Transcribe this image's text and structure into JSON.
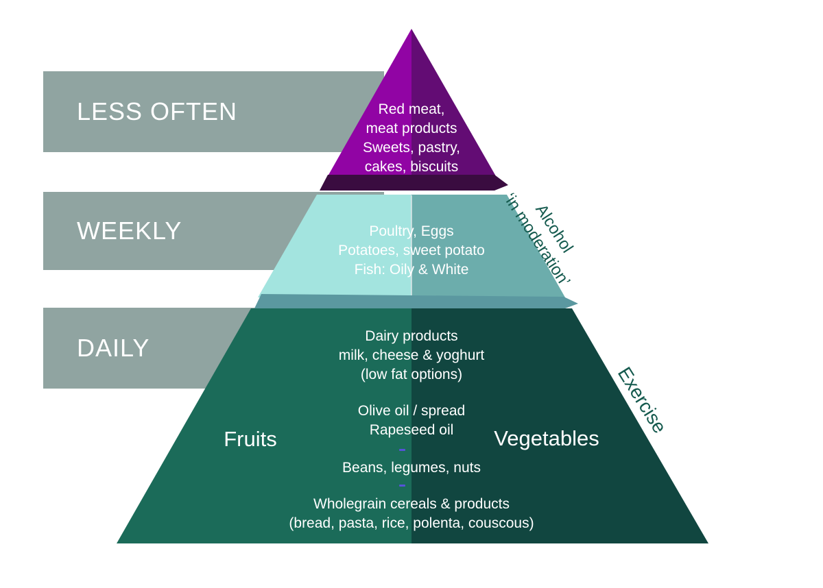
{
  "frequency_bars": [
    {
      "label": "LESS OFTEN"
    },
    {
      "label": "WEEKLY"
    },
    {
      "label": "DAILY"
    }
  ],
  "tiers": {
    "top": {
      "name": "less often foods",
      "lines": [
        "Red meat,",
        "meat products",
        "Sweets, pastry,",
        "cakes, biscuits"
      ]
    },
    "middle": {
      "name": "weekly foods",
      "lines": [
        "Poultry, Eggs",
        "Potatoes, sweet potato",
        "Fish: Oily & White"
      ]
    },
    "bottom": {
      "name": "daily foods",
      "dairy_lines": [
        "Dairy products",
        "milk, cheese & yoghurt",
        "(low fat options)"
      ],
      "oils_lines": [
        "Olive oil / spread",
        "Rapeseed oil"
      ],
      "beans_line": "Beans, legumes, nuts",
      "wholegrain_lines": [
        "Wholegrain cereals & products",
        "(bread, pasta, rice, polenta, couscous)"
      ],
      "left_label": "Fruits",
      "right_label": "Vegetables"
    }
  },
  "side_labels": {
    "alcohol_line1": "Alcohol",
    "alcohol_line2": "‘in moderation’",
    "exercise": "Exercise"
  },
  "colors": {
    "bar_gray": "#90a4a1",
    "purple_left": "#9104a4",
    "purple_right": "#630c74",
    "plum_strip": "#3a0c40",
    "teal_left": "#a3e4df",
    "teal_right": "#6cadac",
    "muted_strip": "#5b98a0",
    "green_left": "#1b6b59",
    "green_right": "#114640",
    "text_white": "#ffffff",
    "side_label_text": "#155a4e",
    "dash_blue": "#5553d8"
  }
}
